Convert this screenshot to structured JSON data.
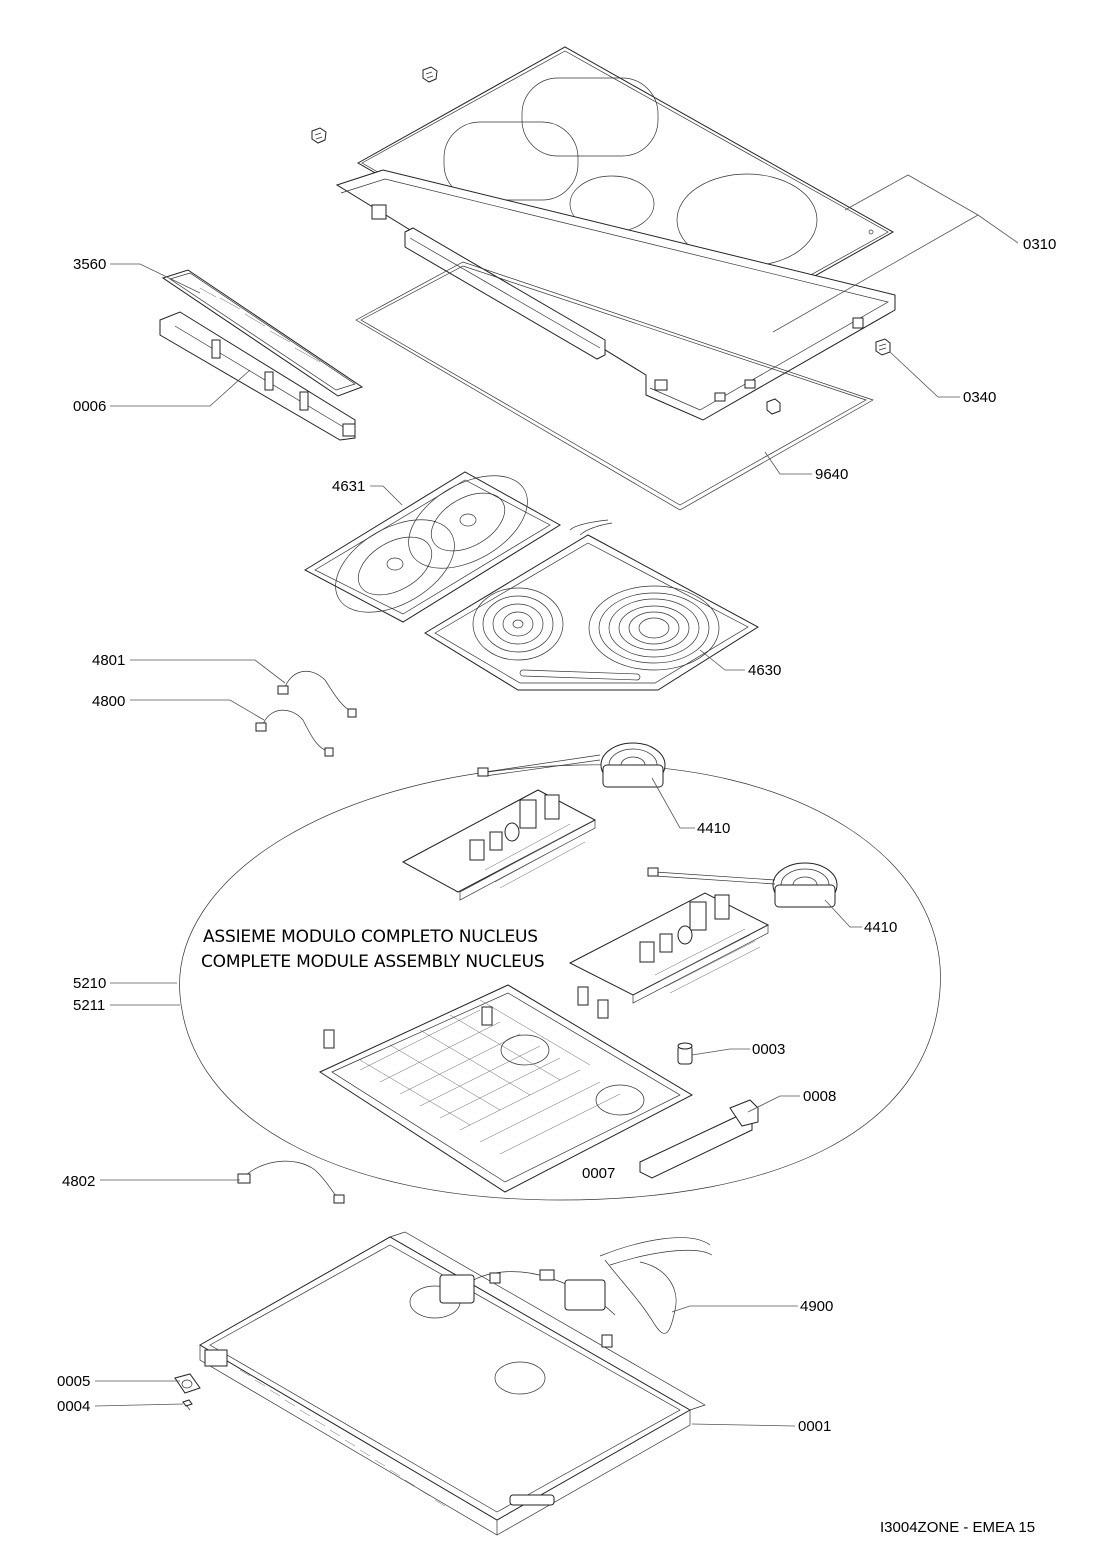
{
  "drawing_code": "I3004ZONE - EMEA 15",
  "assembly_label": {
    "line1": "ASSIEME MODULO COMPLETO NUCLEUS",
    "line2": "COMPLETE MODULE ASSEMBLY NUCLEUS"
  },
  "part_numbers": {
    "p0310": "0310",
    "p3560": "3560",
    "p0006": "0006",
    "p0340": "0340",
    "p9640": "9640",
    "p4631": "4631",
    "p4630": "4630",
    "p4801": "4801",
    "p4800": "4800",
    "p4410a": "4410",
    "p4410b": "4410",
    "p5210": "5210",
    "p5211": "5211",
    "p0003": "0003",
    "p0008": "0008",
    "p0007": "0007",
    "p4802": "4802",
    "p4900": "4900",
    "p0005": "0005",
    "p0004": "0004",
    "p0001": "0001"
  }
}
